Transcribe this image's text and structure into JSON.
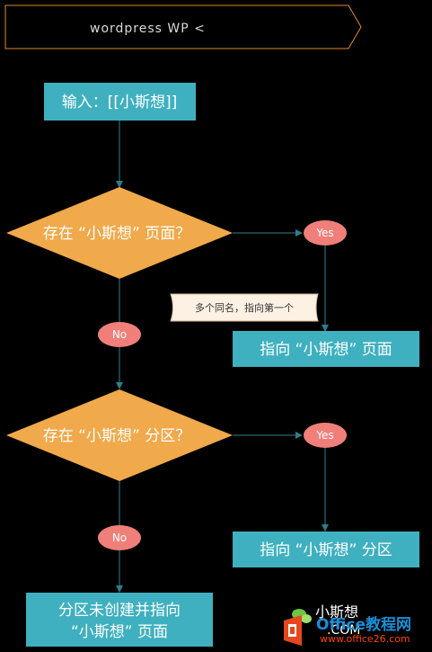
{
  "header": {
    "text": "wordpress  WP  <"
  },
  "nodes": {
    "input": "输入：[[小斯想]]",
    "decision_page": "存在 “小斯想” 页面？",
    "decision_section": "存在 “小斯想” 分区？",
    "point_page": "指向 “小斯想” 页面",
    "point_section": "指向 “小斯想” 分区",
    "create_line1": "分区未创建并指向",
    "create_line2": "“小斯想” 页面",
    "note": "多个同名，指向第一个"
  },
  "labels": {
    "yes": "Yes",
    "no": "No"
  },
  "watermark": {
    "site_cn": "小斯想",
    "site_com": ".COM",
    "office_brand": "Office教程网",
    "office_url": "www.office26.com"
  },
  "colors": {
    "teal": "#3fb0bf",
    "orange": "#f0a94b",
    "pink": "#f07f7a",
    "line": "#2f7f8a",
    "note_bg": "#fdf1e3"
  }
}
